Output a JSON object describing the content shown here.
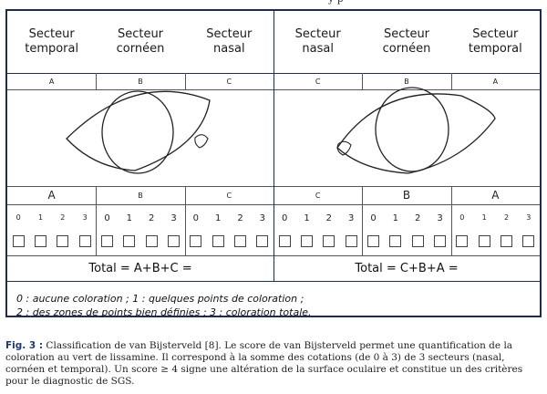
{
  "top_crop_text": "y p",
  "header_cells": [
    "Secteur\ntemporal",
    "Secteur\ncornéen",
    "Secteur\nnasal",
    "Secteur\nnasal",
    "Secteur\ncornéen",
    "Secteur\ntemporal"
  ],
  "letters_top": [
    "A",
    "B",
    "C",
    "C",
    "B",
    "A"
  ],
  "letters_bottom": [
    "A",
    "B",
    "C",
    "C",
    "B",
    "A"
  ],
  "score_digits": [
    "0",
    "1",
    "2",
    "3"
  ],
  "totals": {
    "left": "Total = A+B+C =",
    "right": "Total = C+B+A ="
  },
  "legend": {
    "line1": "0 : aucune coloration ; 1 : quelques points de coloration ;",
    "line2": "2 : des zones de points bien définies ; 3 : coloration totale."
  },
  "caption": {
    "label": "Fig. 3 :",
    "text": " Classification de van Bijsterveld [8]. Le score de van Bijsterveld permet une quantification de la coloration au vert de lissamine. Il correspond à la somme des cotations (de 0 à 3) de 3 secteurs (nasal, cornéen et temporal). Un score ≥ 4 signe une altération de la surface oculaire et constitue un des critères pour le diagnostic de SGS."
  },
  "colors": {
    "frame": "#1f2c4a",
    "caption_label": "#1f3a73"
  }
}
